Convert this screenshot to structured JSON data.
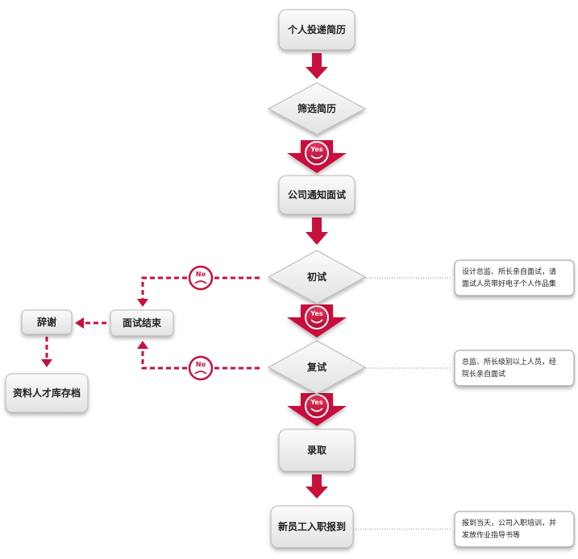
{
  "steps": {
    "submit": "个人投递简历",
    "screen": "筛选简历",
    "notify": "公司通知面试",
    "first": "初试",
    "second": "复试",
    "hire": "录取",
    "onboard": "新员工入职报到",
    "end": "面试结束",
    "decline": "辞谢",
    "archive": "资料人才库存档"
  },
  "badges": {
    "yes": "Yes",
    "no": "No"
  },
  "notes": {
    "first": [
      "设计总监、所长亲自面试，请",
      "面试人员带好电子个人作品集"
    ],
    "second": [
      "总监、所长级别以上人员，经",
      "院长亲自面试"
    ],
    "onboard": [
      "报到当天，公司入职培训，并",
      "发放作业指导书等"
    ]
  },
  "colors": {
    "accent": "#c8103c",
    "box_fill": "#eeeeee",
    "box_stroke": "#b8b8b8",
    "note_line": "#888888"
  }
}
